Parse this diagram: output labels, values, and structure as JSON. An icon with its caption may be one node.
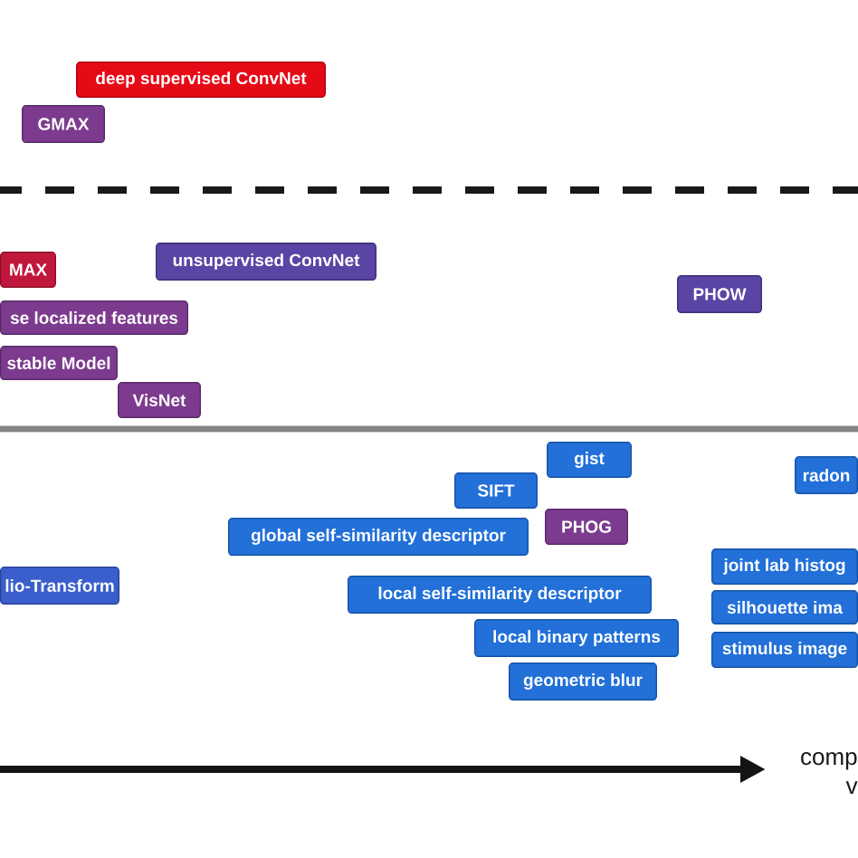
{
  "diagram": {
    "nodes": [
      {
        "text": [
          "deep supervised ConvNet"
        ]
      },
      {
        "text": [
          "GMAX"
        ]
      },
      {
        "text": [
          "MAX"
        ]
      },
      {
        "text": [
          "unsupervised ConvNet"
        ]
      },
      {
        "text": [
          "PHOW"
        ]
      },
      {
        "text": [
          "se localized features"
        ]
      },
      {
        "text": [
          "stable Model"
        ]
      },
      {
        "text": [
          "VisNet"
        ]
      },
      {
        "text": [
          "gist"
        ]
      },
      {
        "text": [
          "radon"
        ]
      },
      {
        "text": [
          "SIFT"
        ]
      },
      {
        "text": [
          "PHOG"
        ]
      },
      {
        "text": [
          "global self-similarity descriptor"
        ]
      },
      {
        "text": [
          "joint lab histog"
        ]
      },
      {
        "text": [
          "lio-Transform"
        ]
      },
      {
        "text": [
          "local self-similarity descriptor"
        ]
      },
      {
        "text": [
          "silhouette ima"
        ]
      },
      {
        "text": [
          "local binary patterns"
        ]
      },
      {
        "text": [
          "stimulus image"
        ]
      },
      {
        "text": [
          "geometric blur"
        ]
      }
    ],
    "labels": [
      "comp v"
    ]
  }
}
